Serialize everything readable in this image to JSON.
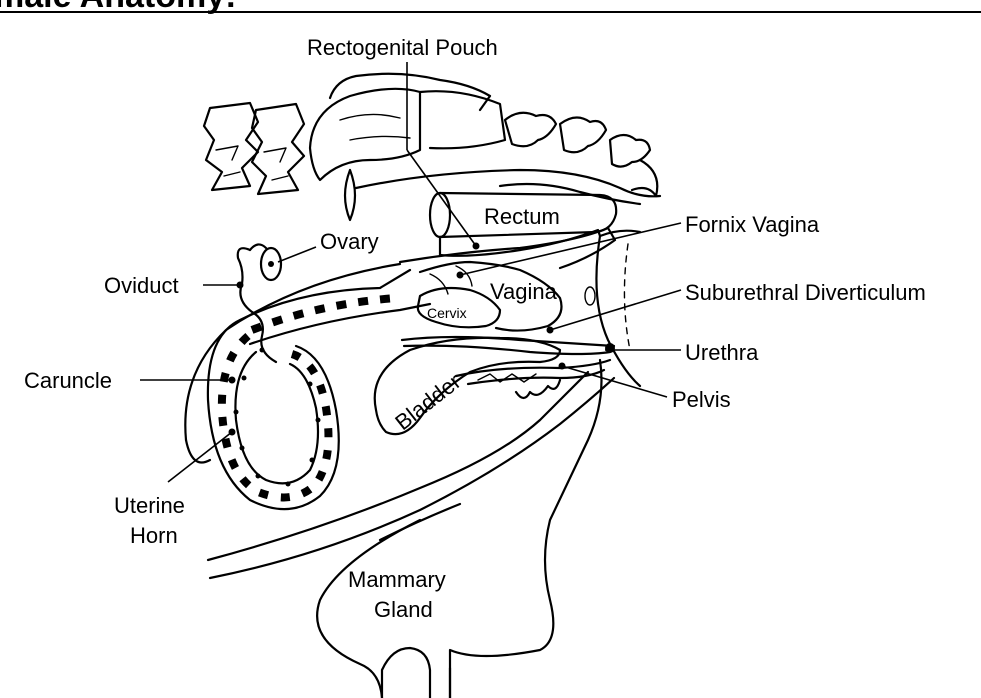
{
  "page": {
    "title": "male Anatomy:"
  },
  "diagram": {
    "labels": {
      "rectogenital_pouch": "Rectogenital Pouch",
      "rectum": "Rectum",
      "fornix_vagina": "Fornix Vagina",
      "ovary": "Ovary",
      "oviduct": "Oviduct",
      "vagina": "Vagina",
      "cervix": "Cervix",
      "suburethral_diverticulum": "Suburethral Diverticulum",
      "urethra": "Urethra",
      "caruncle": "Caruncle",
      "bladder": "Bladder",
      "pelvis": "Pelvis",
      "uterine_horn_line1": "Uterine",
      "uterine_horn_line2": "Horn",
      "mammary_gland_line1": "Mammary",
      "mammary_gland_line2": "Gland"
    }
  }
}
